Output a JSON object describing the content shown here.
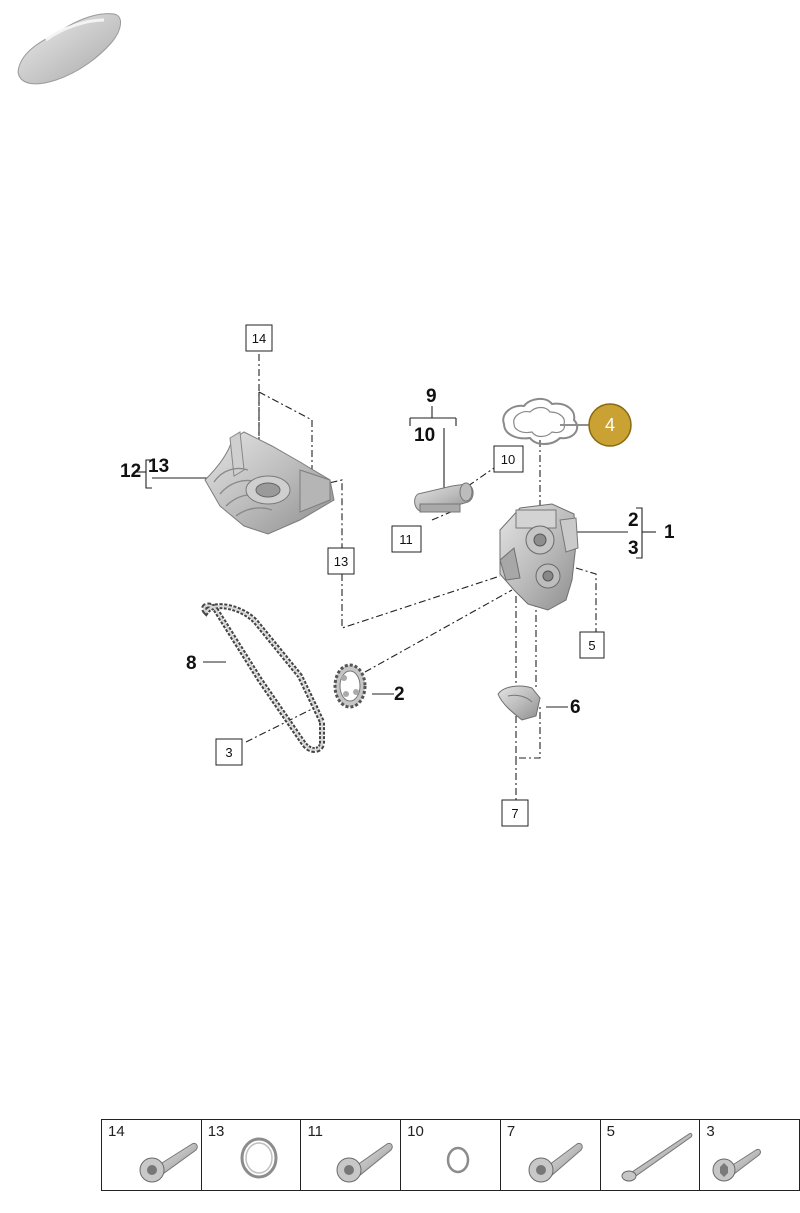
{
  "callouts": {
    "n1": "1",
    "n2_top": "2",
    "n3_top": "3",
    "n2": "2",
    "n4": "4",
    "n6": "6",
    "n8": "8",
    "n9": "9",
    "n10": "10",
    "n12": "12",
    "n13": "13"
  },
  "boxed_refs": {
    "b14": "14",
    "b13": "13",
    "b10": "10",
    "b11": "11",
    "b5": "5",
    "b3": "3",
    "b7": "7"
  },
  "highlight": {
    "label": "4",
    "color": "#c9a233"
  },
  "parts_table": [
    {
      "number": "14",
      "icon": "hex-socket-bolt-icon"
    },
    {
      "number": "13",
      "icon": "o-ring-icon"
    },
    {
      "number": "11",
      "icon": "hex-socket-bolt-icon"
    },
    {
      "number": "10",
      "icon": "small-o-ring-icon"
    },
    {
      "number": "7",
      "icon": "hex-socket-bolt-icon"
    },
    {
      "number": "5",
      "icon": "long-bolt-icon"
    },
    {
      "number": "3",
      "icon": "torx-bolt-icon"
    }
  ]
}
